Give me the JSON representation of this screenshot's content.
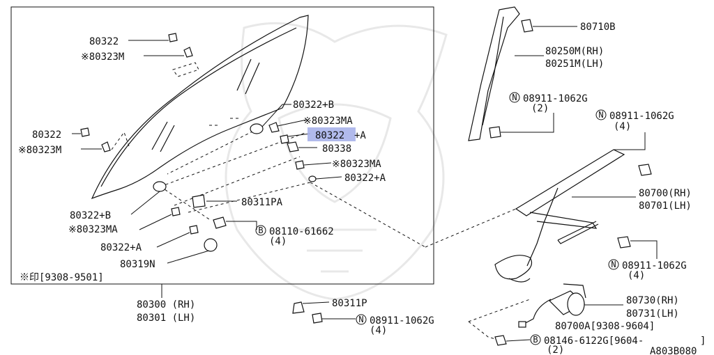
{
  "diagram_code": "A803B080",
  "note": "※印[9308-9501]",
  "highlight": "80322+A",
  "labels": {
    "p80322_top": "80322",
    "p80323m_top": "※80323M",
    "p80322_left": "80322",
    "p80323m_left": "※80323M",
    "p80322b_top": "80322+B",
    "p80323ma_top": "※80323MA",
    "p80322a_top_num": "80322",
    "p80322a_top_suffix": "+A",
    "p80338": "80338",
    "p80323ma_mid": "※80323MA",
    "p80322a_mid": "80322+A",
    "p80322b_low": "80322+B",
    "p80311pa": "80311PA",
    "p80323ma_low": "※80323MA",
    "p80322a_low": "80322+A",
    "p80319n": "80319N",
    "bolt_b_num": "08110-61662",
    "bolt_b_qty": "(4)",
    "glass_rh": "80300 (RH)",
    "glass_lh": "80301 (LH)",
    "p80311p": "80311P",
    "nut_bottom_num": "08911-1062G",
    "nut_bottom_qty": "(4)",
    "p80710b": "80710B",
    "sash_rh": "80250M(RH)",
    "sash_lh": "80251M(LH)",
    "nut_sash_num": "08911-1062G",
    "nut_sash_qty": "(2)",
    "nut_reg_num": "08911-1062G",
    "nut_reg_qty": "(4)",
    "reg_rh": "80700(RH)",
    "reg_lh": "80701(LH)",
    "nut_motor_num": "08911-1062G",
    "nut_motor_qty": "(4)",
    "motor_rh": "80730(RH)",
    "motor_lh": "80731(LH)",
    "reg_assy": "80700A[9308-9604]",
    "bolt_motor_num": "08146-6122G[9604-",
    "bolt_motor_bracket": "]",
    "bolt_motor_qty": "(2)",
    "n_symbol": "N",
    "b_symbol": "B"
  }
}
